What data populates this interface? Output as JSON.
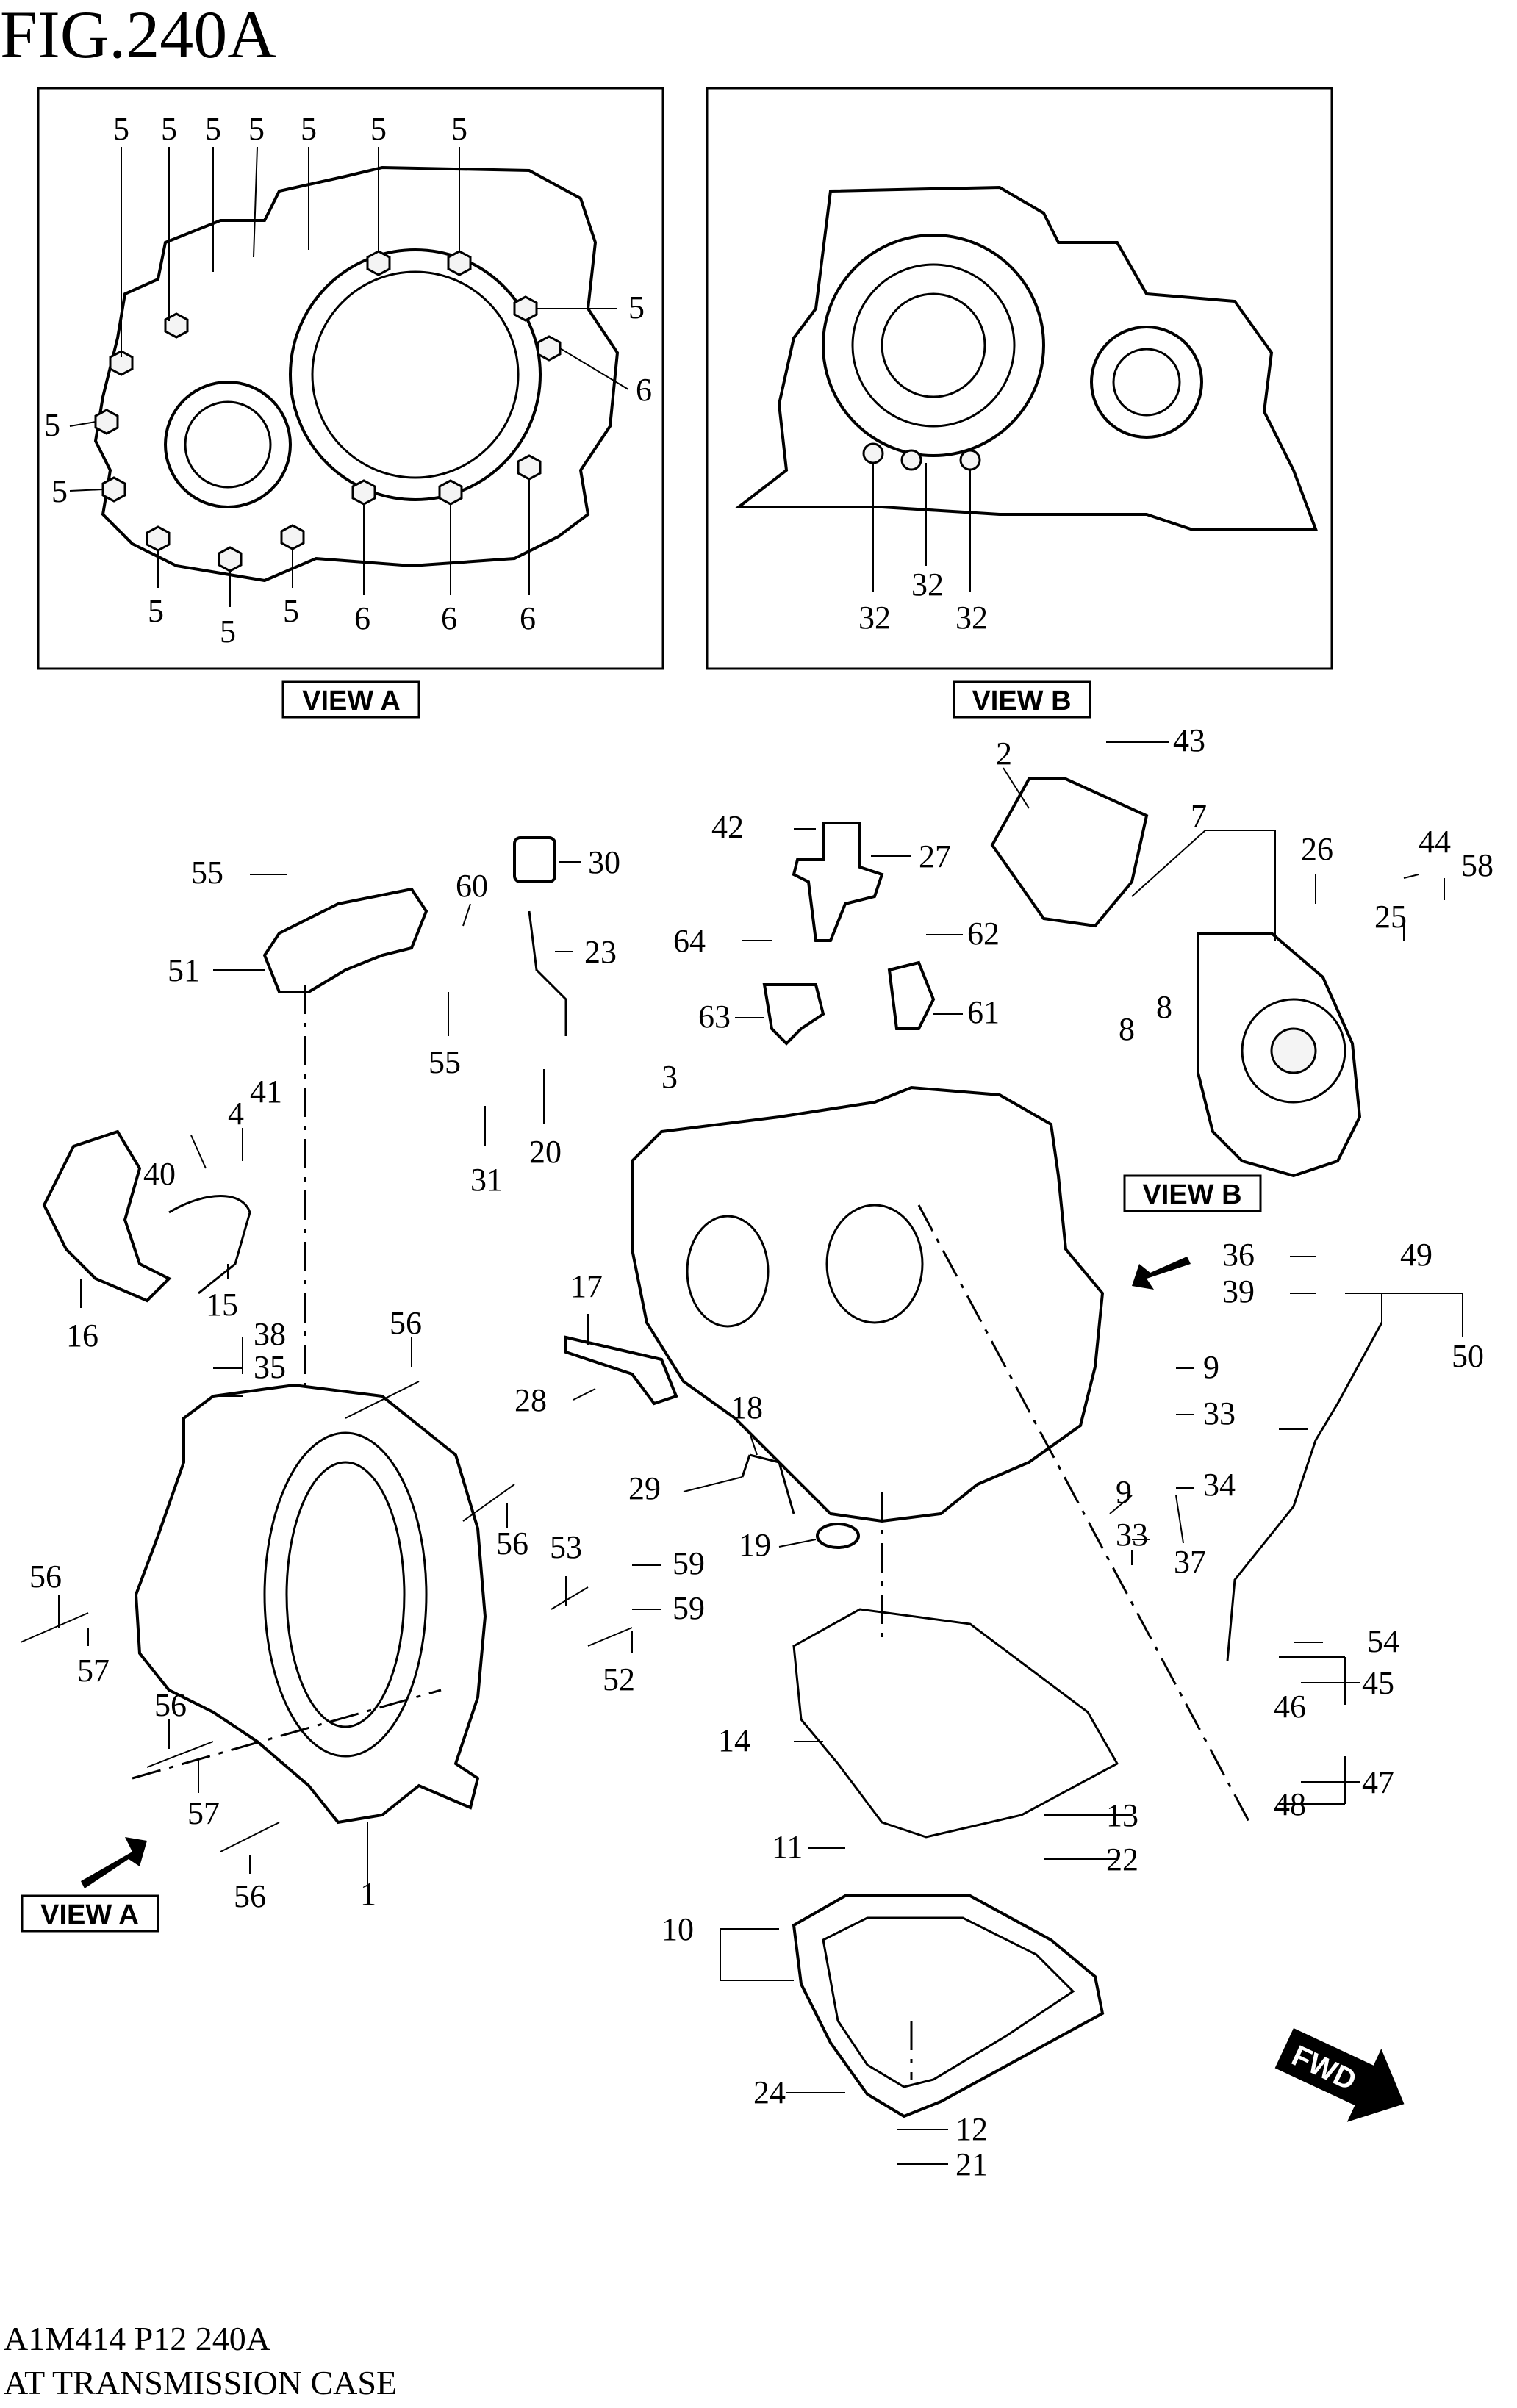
{
  "figure": {
    "title": "FIG.240A"
  },
  "views": {
    "view_a_label": "VIEW A",
    "view_b_label": "VIEW B"
  },
  "footer": {
    "code": "A1M414 P12 240A",
    "caption": "AT TRANSMISSION CASE"
  },
  "fwd_label": "FWD",
  "callouts": [
    "5",
    "6",
    "32",
    "1",
    "2",
    "3",
    "4",
    "7",
    "8",
    "9",
    "10",
    "11",
    "12",
    "13",
    "14",
    "15",
    "16",
    "17",
    "18",
    "19",
    "20",
    "21",
    "22",
    "23",
    "24",
    "25",
    "26",
    "27",
    "28",
    "29",
    "30",
    "31",
    "33",
    "34",
    "35",
    "36",
    "37",
    "38",
    "39",
    "40",
    "41",
    "42",
    "43",
    "44",
    "45",
    "46",
    "47",
    "48",
    "49",
    "50",
    "51",
    "52",
    "53",
    "54",
    "55",
    "56",
    "57",
    "58",
    "59",
    "60",
    "61",
    "62",
    "63",
    "64"
  ]
}
